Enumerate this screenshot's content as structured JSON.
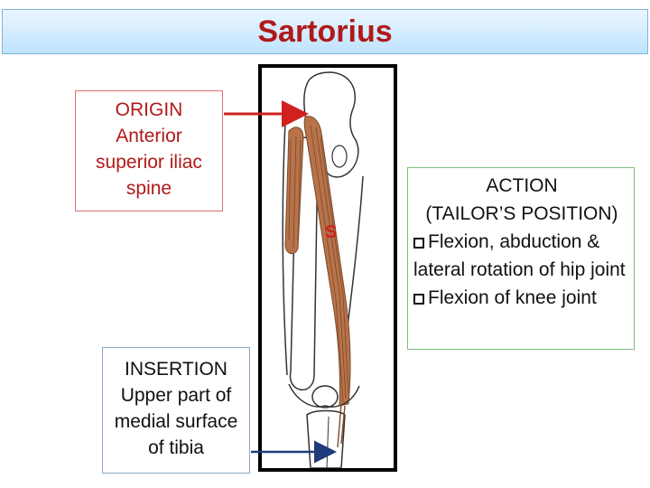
{
  "title": "Sartorius",
  "origin": {
    "heading": "ORIGIN",
    "line1": "Anterior",
    "line2": "superior iliac",
    "line3": "spine"
  },
  "insertion": {
    "heading": "INSERTION",
    "line1": "Upper part of",
    "line2": "medial surface",
    "line3": "of tibia"
  },
  "action": {
    "heading": "ACTION",
    "subheading": "(TAILOR’S POSITION)",
    "bullets": [
      "Flexion, abduction & lateral rotation of hip joint",
      "Flexion of knee joint"
    ]
  },
  "figure_label": "S",
  "colors": {
    "title": "#b01a1a",
    "origin_arrow": "#d02020",
    "insertion_arrow": "#1f3d7a",
    "muscle": "#b8734a"
  }
}
